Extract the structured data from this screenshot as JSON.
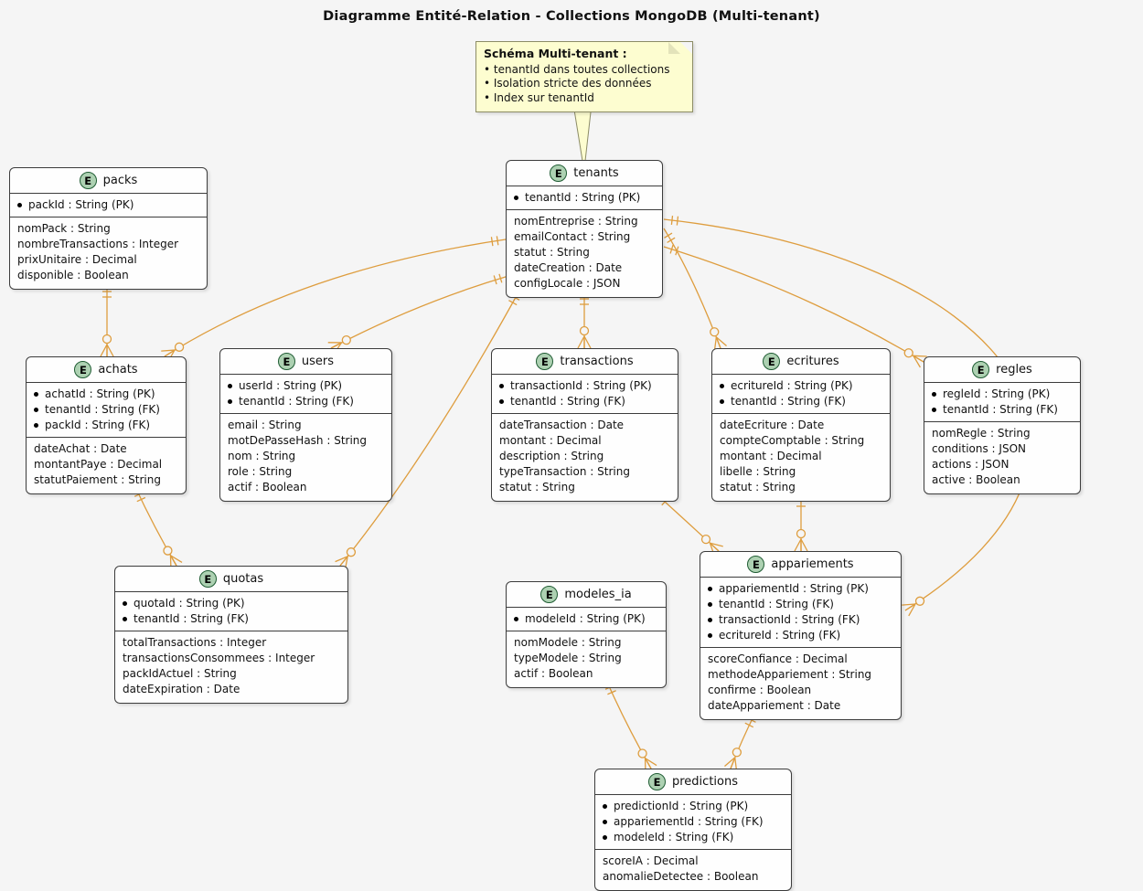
{
  "title": "Diagramme Entité-Relation - Collections MongoDB (Multi-tenant)",
  "note": {
    "title": "Schéma Multi-tenant :",
    "lines": [
      "tenantId dans toutes collections",
      "Isolation stricte des données",
      "Index sur tenantId"
    ]
  },
  "stereotype_letter": "E",
  "colors": {
    "background": "#f5f5f5",
    "entity_bg": "#fefefe",
    "entity_border": "#3c3c3c",
    "stereotype_circle": "#add1b2",
    "note_bg": "#fdfdd0",
    "note_border": "#8c8c66",
    "relation": "#de9d3e"
  },
  "entities": [
    {
      "id": "packs",
      "name": "packs",
      "keys": [
        "packId : String (PK)"
      ],
      "fields": [
        "nomPack : String",
        "nombreTransactions : Integer",
        "prixUnitaire : Decimal",
        "disponible : Boolean"
      ]
    },
    {
      "id": "tenants",
      "name": "tenants",
      "keys": [
        "tenantId : String (PK)"
      ],
      "fields": [
        "nomEntreprise : String",
        "emailContact : String",
        "statut : String",
        "dateCreation : Date",
        "configLocale : JSON"
      ]
    },
    {
      "id": "achats",
      "name": "achats",
      "keys": [
        "achatId : String (PK)",
        "tenantId : String (FK)",
        "packId : String (FK)"
      ],
      "fields": [
        "dateAchat : Date",
        "montantPaye : Decimal",
        "statutPaiement : String"
      ]
    },
    {
      "id": "users",
      "name": "users",
      "keys": [
        "userId : String (PK)",
        "tenantId : String (FK)"
      ],
      "fields": [
        "email : String",
        "motDePasseHash : String",
        "nom : String",
        "role : String",
        "actif : Boolean"
      ]
    },
    {
      "id": "transactions",
      "name": "transactions",
      "keys": [
        "transactionId : String (PK)",
        "tenantId : String (FK)"
      ],
      "fields": [
        "dateTransaction : Date",
        "montant : Decimal",
        "description : String",
        "typeTransaction : String",
        "statut : String"
      ]
    },
    {
      "id": "ecritures",
      "name": "ecritures",
      "keys": [
        "ecritureId : String (PK)",
        "tenantId : String (FK)"
      ],
      "fields": [
        "dateEcriture : Date",
        "compteComptable : String",
        "montant : Decimal",
        "libelle : String",
        "statut : String"
      ]
    },
    {
      "id": "regles",
      "name": "regles",
      "keys": [
        "regleId : String (PK)",
        "tenantId : String (FK)"
      ],
      "fields": [
        "nomRegle : String",
        "conditions : JSON",
        "actions : JSON",
        "active : Boolean"
      ]
    },
    {
      "id": "quotas",
      "name": "quotas",
      "keys": [
        "quotaId : String (PK)",
        "tenantId : String (FK)"
      ],
      "fields": [
        "totalTransactions : Integer",
        "transactionsConsommees : Integer",
        "packIdActuel : String",
        "dateExpiration : Date"
      ]
    },
    {
      "id": "modeles_ia",
      "name": "modeles_ia",
      "keys": [
        "modeleId : String (PK)"
      ],
      "fields": [
        "nomModele : String",
        "typeModele : String",
        "actif : Boolean"
      ]
    },
    {
      "id": "appariements",
      "name": "appariements",
      "keys": [
        "appariementId : String (PK)",
        "tenantId : String (FK)",
        "transactionId : String (FK)",
        "ecritureId : String (FK)"
      ],
      "fields": [
        "scoreConfiance : Decimal",
        "methodeAppariement : String",
        "confirme : Boolean",
        "dateAppariement : Date"
      ]
    },
    {
      "id": "predictions",
      "name": "predictions",
      "keys": [
        "predictionId : String (PK)",
        "appariementId : String (FK)",
        "modeleId : String (FK)"
      ],
      "fields": [
        "scoreIA : Decimal",
        "anomalieDetectee : Boolean"
      ]
    }
  ],
  "relations": [
    {
      "from": "packs",
      "to": "achats",
      "from_card": "one",
      "to_card": "zero-or-many"
    },
    {
      "from": "tenants",
      "to": "achats",
      "from_card": "one",
      "to_card": "zero-or-many"
    },
    {
      "from": "tenants",
      "to": "users",
      "from_card": "one",
      "to_card": "zero-or-many"
    },
    {
      "from": "tenants",
      "to": "transactions",
      "from_card": "one",
      "to_card": "zero-or-many"
    },
    {
      "from": "tenants",
      "to": "ecritures",
      "from_card": "one",
      "to_card": "zero-or-many"
    },
    {
      "from": "tenants",
      "to": "regles",
      "from_card": "one",
      "to_card": "zero-or-many"
    },
    {
      "from": "tenants",
      "to": "appariements",
      "from_card": "one",
      "to_card": "zero-or-many"
    },
    {
      "from": "tenants",
      "to": "quotas",
      "from_card": "one",
      "to_card": "zero-or-many"
    },
    {
      "from": "achats",
      "to": "quotas",
      "from_card": "one",
      "to_card": "zero-or-many"
    },
    {
      "from": "transactions",
      "to": "appariements",
      "from_card": "one",
      "to_card": "zero-or-many"
    },
    {
      "from": "ecritures",
      "to": "appariements",
      "from_card": "one",
      "to_card": "zero-or-many"
    },
    {
      "from": "modeles_ia",
      "to": "predictions",
      "from_card": "one",
      "to_card": "zero-or-many"
    },
    {
      "from": "appariements",
      "to": "predictions",
      "from_card": "one",
      "to_card": "zero-or-many"
    }
  ]
}
